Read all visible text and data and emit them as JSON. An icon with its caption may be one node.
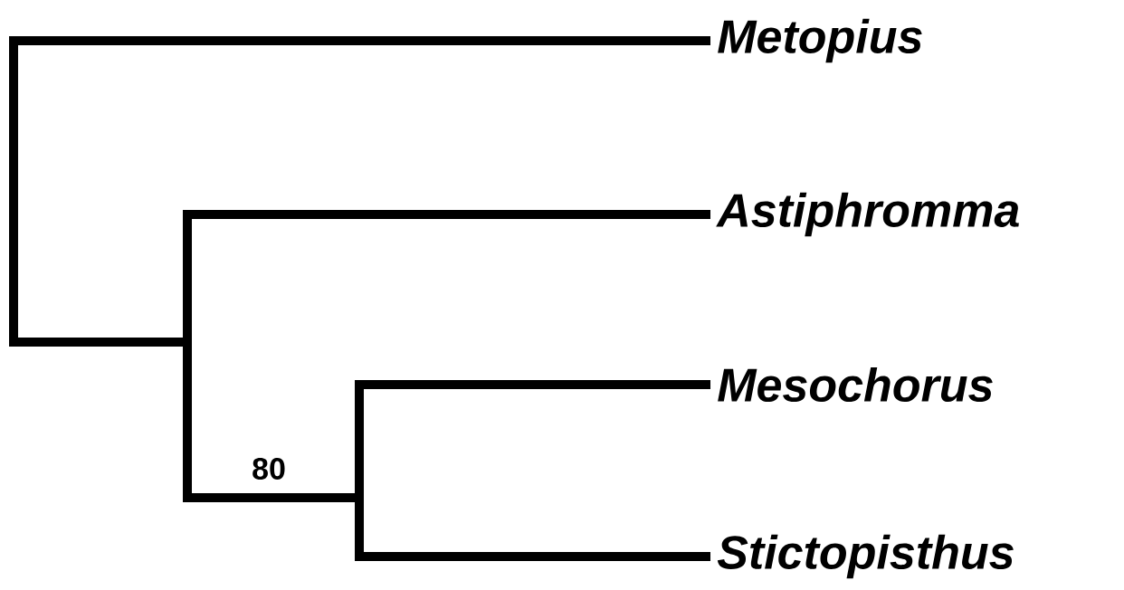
{
  "diagram": {
    "labels": [
      "Metopius",
      "Astiphromma",
      "Mesochorus",
      "Stictopisthus",
      "80"
    ]
  }
}
